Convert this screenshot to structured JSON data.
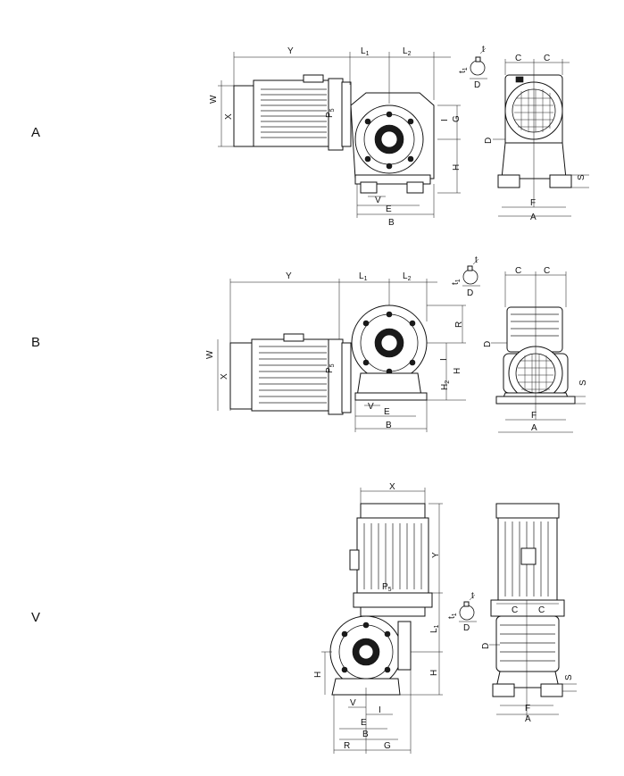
{
  "rows": [
    {
      "row_label": "A",
      "dims": {
        "Y": "Y",
        "L1": "L",
        "L1_sub": "1",
        "L2": "L",
        "L2_sub": "2",
        "W": "W",
        "X": "X",
        "P5": "P",
        "P5_sub": "5",
        "I": "I",
        "G": "G",
        "H": "H",
        "V": "V",
        "E": "E",
        "B": "B",
        "t": "t",
        "t1": "t",
        "t1_sub": "1",
        "D_key": "D",
        "C_left": "C",
        "C_right": "C",
        "D": "D",
        "S": "S",
        "F": "F",
        "A": "A"
      }
    },
    {
      "row_label": "B",
      "dims": {
        "Y": "Y",
        "L1": "L",
        "L1_sub": "1",
        "L2": "L",
        "L2_sub": "2",
        "W": "W",
        "X": "X",
        "P5": "P",
        "P5_sub": "5",
        "R": "R",
        "I": "I",
        "H": "H",
        "H2": "H",
        "H2_sub": "2",
        "V": "V",
        "E": "E",
        "B": "B",
        "t": "t",
        "t1": "t",
        "t1_sub": "1",
        "D_key": "D",
        "C_left": "C",
        "C_right": "C",
        "D": "D",
        "S": "S",
        "F": "F",
        "A": "A"
      }
    },
    {
      "row_label": "V",
      "dims": {
        "X": "X",
        "Y": "Y",
        "P5": "P",
        "P5_sub": "5",
        "L1": "L",
        "L1_sub": "1",
        "H_left": "H",
        "H_right": "H",
        "V": "V",
        "I": "I",
        "E": "E",
        "B": "B",
        "R": "R",
        "G": "G",
        "t": "t",
        "t1": "t",
        "t1_sub": "1",
        "D_key": "D",
        "C_left": "C",
        "C_right": "C",
        "D": "D",
        "S": "S",
        "F": "F",
        "A": "A"
      }
    }
  ]
}
